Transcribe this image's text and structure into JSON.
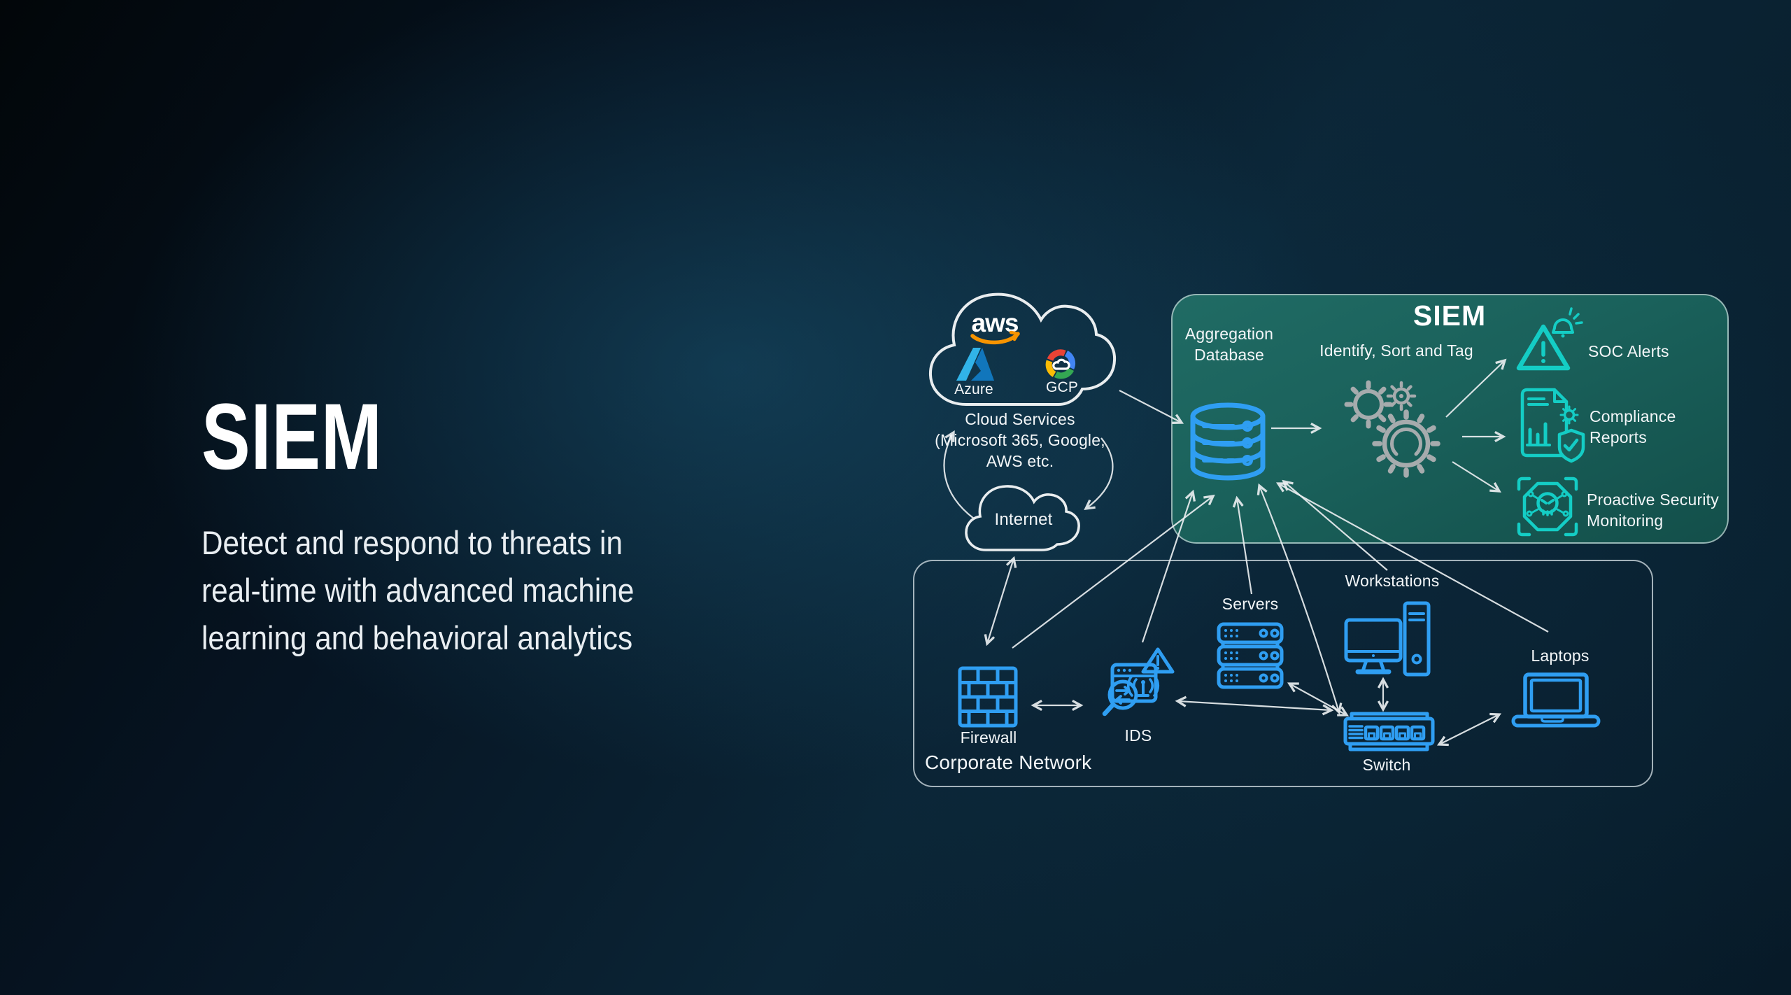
{
  "colors": {
    "device_blue": "#2f9ef2",
    "icon_cyan": "#14cdc5",
    "gear_gray": "#a6abad",
    "line_white": "#e9edef",
    "text_white": "#f3f6f8",
    "aws_orange": "#f79400",
    "azure_blue_light": "#31b3e8",
    "azure_blue_dark": "#1176bc",
    "gcp_red": "#ea4335",
    "gcp_blue": "#4285f4",
    "gcp_green": "#34a853",
    "gcp_yellow": "#fbbc05",
    "siem_box_teal": "#1a615b",
    "background_navy": "#0b2536"
  },
  "hero": {
    "title": "SIEM",
    "subtitle_line1": "Detect and respond to threats in",
    "subtitle_line2": "real-time with advanced machine",
    "subtitle_line3": "learning and behavioral analytics"
  },
  "cloud_services": {
    "aws_label": "aws",
    "azure_label": "Azure",
    "gcp_label": "GCP",
    "caption_line1": "Cloud Services",
    "caption_line2": "(Microsoft 365, Google,",
    "caption_line3": "AWS etc."
  },
  "internet": {
    "label": "Internet"
  },
  "siem_box": {
    "title": "SIEM",
    "aggregation_line1": "Aggregation",
    "aggregation_line2": "Database",
    "process_label": "Identify, Sort and Tag",
    "outputs": [
      {
        "line1": "SOC Alerts",
        "line2": ""
      },
      {
        "line1": "Compliance",
        "line2": "Reports"
      },
      {
        "line1": "Proactive Security",
        "line2": "Monitoring"
      }
    ]
  },
  "corporate_network": {
    "label": "Corporate Network",
    "firewall": "Firewall",
    "ids": "IDS",
    "servers": "Servers",
    "workstations": "Workstations",
    "switch": "Switch",
    "laptops": "Laptops"
  }
}
